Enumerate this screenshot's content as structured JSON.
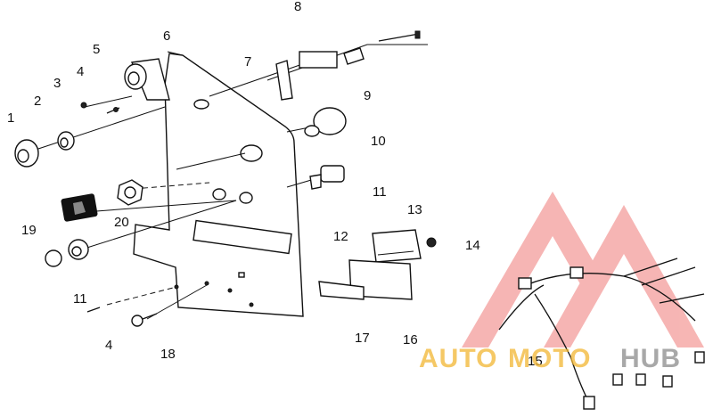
{
  "callouts": {
    "n1": "1",
    "n2": "2",
    "n3": "3",
    "n4a": "4",
    "n5": "5",
    "n6": "6",
    "n7": "7",
    "n8": "8",
    "n9": "9",
    "n10": "10",
    "n11a": "11",
    "n12": "12",
    "n13": "13",
    "n14": "14",
    "n15": "15",
    "n16": "16",
    "n17": "17",
    "n18": "18",
    "n19": "19",
    "n20": "20",
    "n11b": "11",
    "n4b": "4"
  },
  "watermark": {
    "text_left": "AUTO",
    "text_mid": "MOTO",
    "text_right": "HUB",
    "color_red": "#e8312d",
    "color_gold": "#f2b632",
    "color_gray": "#9a9a9a"
  }
}
